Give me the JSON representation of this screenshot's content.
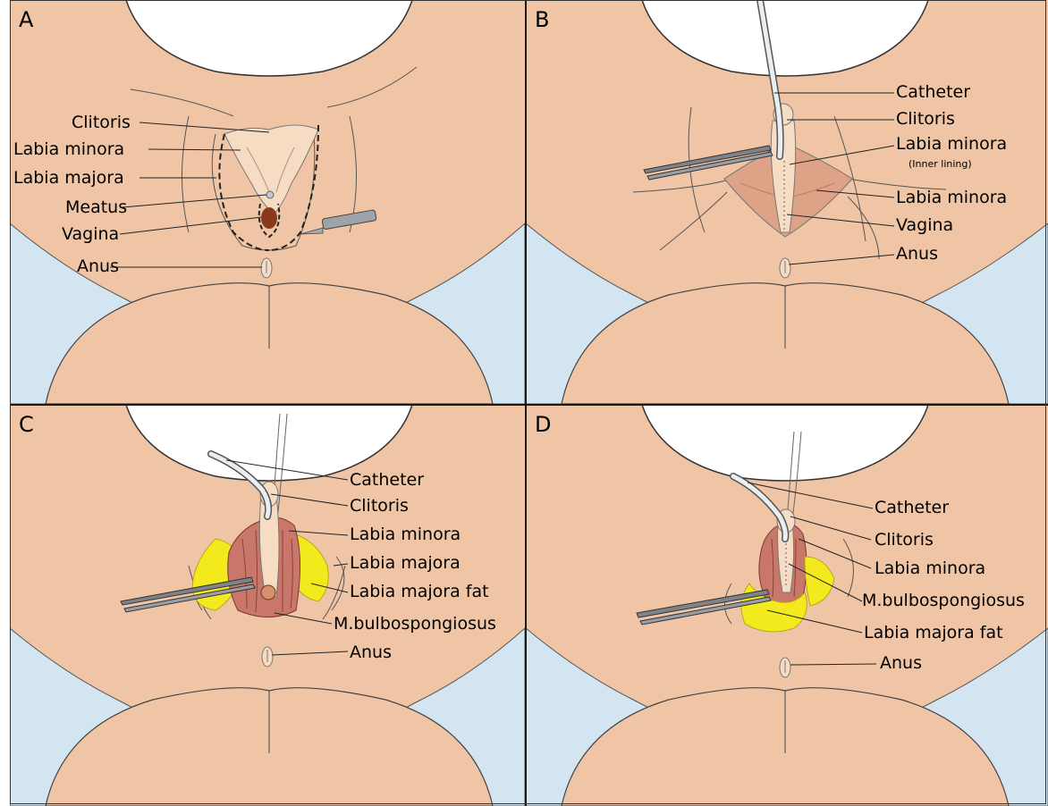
{
  "panels": {
    "a": {
      "letter": "A",
      "labels": {
        "clitoris": "Clitoris",
        "labia_minora": "Labia minora",
        "labia_majora": "Labia majora",
        "meatus": "Meatus",
        "vagina": "Vagina",
        "anus": "Anus"
      }
    },
    "b": {
      "letter": "B",
      "labels": {
        "catheter": "Catheter",
        "clitoris": "Clitoris",
        "labia_minora_inner": "Labia minora",
        "inner_lining": "(Inner lining)",
        "labia_minora": "Labia minora",
        "vagina": "Vagina",
        "anus": "Anus"
      }
    },
    "c": {
      "letter": "C",
      "labels": {
        "catheter": "Catheter",
        "clitoris": "Clitoris",
        "labia_minora": "Labia minora",
        "labia_majora": "Labia majora",
        "labia_majora_fat": "Labia majora fat",
        "bulbospongiosus": "M.bulbospongiosus",
        "anus": "Anus"
      }
    },
    "d": {
      "letter": "D",
      "labels": {
        "catheter": "Catheter",
        "clitoris": "Clitoris",
        "labia_minora": "Labia minora",
        "bulbospongiosus": "M.bulbospongiosus",
        "labia_majora_fat": "Labia majora fat",
        "anus": "Anus"
      }
    }
  },
  "colors": {
    "skin": "#f0c5a6",
    "drape": "#d4e5f2",
    "mucosa": "#f6dcc2",
    "muscle": "#c9776a",
    "fat": "#f2ea1c",
    "catheter": "#e8eef2",
    "instrument": "#8a8d91"
  }
}
